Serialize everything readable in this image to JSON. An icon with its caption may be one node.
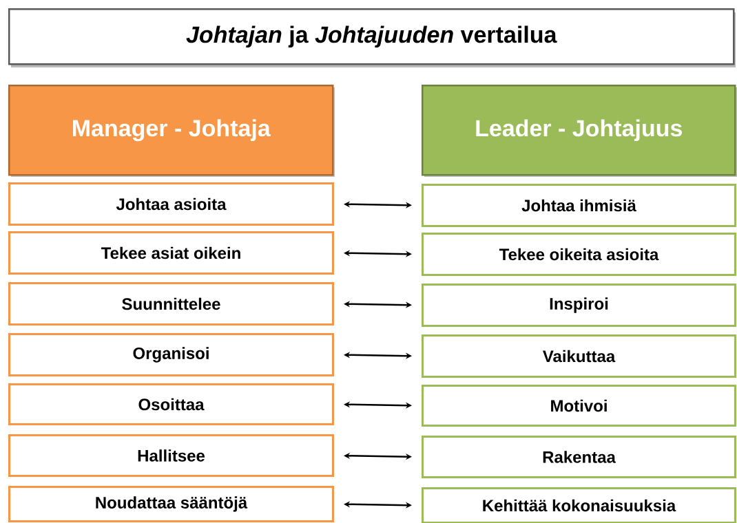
{
  "diagram": {
    "title": "*Johtajan* ja *Johtajuuden* vertailua",
    "nodes": [
      {
        "text": [
          "Manager - Johtaja"
        ]
      },
      {
        "text": [
          "Leader - Johtajuus"
        ]
      },
      {
        "text": [
          "Johtaa asioita"
        ]
      },
      {
        "text": [
          "Johtaa ihmisiä"
        ]
      },
      {
        "text": [
          "Tekee asiat oikein"
        ]
      },
      {
        "text": [
          "Tekee oikeita asioita"
        ]
      },
      {
        "text": [
          "Suunnittelee"
        ]
      },
      {
        "text": [
          "Inspiroi"
        ]
      },
      {
        "text": [
          "Organisoi"
        ]
      },
      {
        "text": [
          "Vaikuttaa"
        ]
      },
      {
        "text": [
          "Osoittaa"
        ]
      },
      {
        "text": [
          "Motivoi"
        ]
      },
      {
        "text": [
          "Hallitsee"
        ]
      },
      {
        "text": [
          "Rakentaa"
        ]
      },
      {
        "text": [
          "Noudattaa sääntöjä"
        ]
      },
      {
        "text": [
          "Kehittää kokonaisuuksia"
        ]
      }
    ],
    "edges": [
      {
        "from": 2,
        "to": 3,
        "arrow": "both"
      },
      {
        "from": 4,
        "to": 5,
        "arrow": "both"
      },
      {
        "from": 6,
        "to": 7,
        "arrow": "both"
      },
      {
        "from": 8,
        "to": 9,
        "arrow": "both"
      },
      {
        "from": 10,
        "to": 11,
        "arrow": "both"
      },
      {
        "from": 12,
        "to": 13,
        "arrow": "both"
      },
      {
        "from": 14,
        "to": 15,
        "arrow": "both"
      }
    ]
  }
}
